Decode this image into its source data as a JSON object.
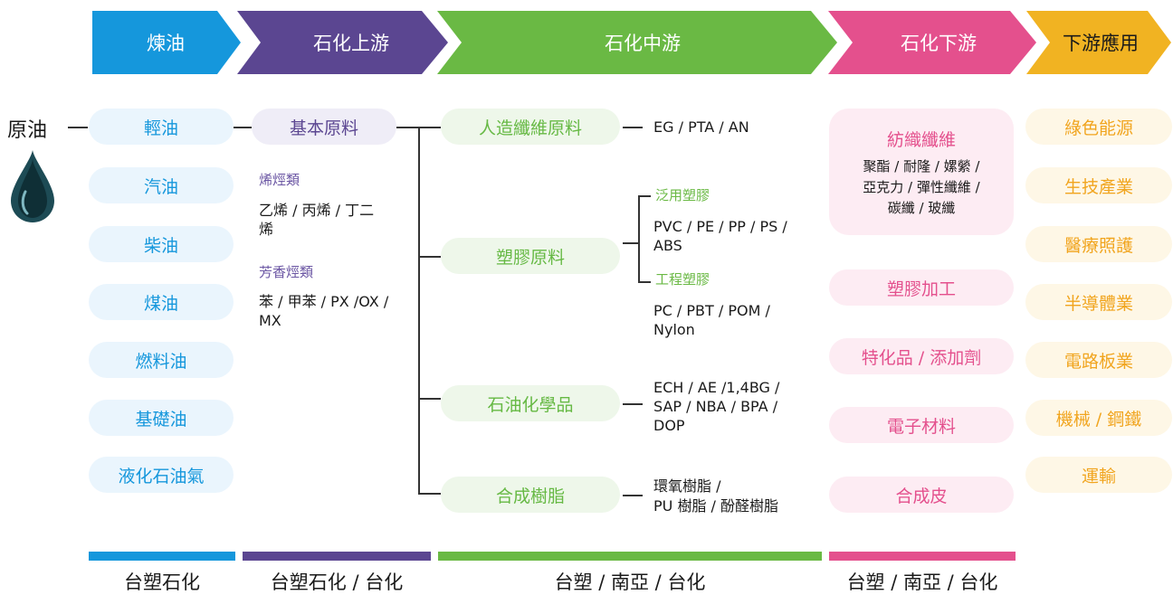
{
  "header": {
    "refining": "煉油",
    "upstream": "石化上游",
    "midstream": "石化中游",
    "downstream": "石化下游",
    "applications": "下游應用"
  },
  "crude_label": "原油",
  "refining_products": [
    "輕油",
    "汽油",
    "柴油",
    "煤油",
    "燃料油",
    "基礎油",
    "液化石油氣"
  ],
  "upstream": {
    "pill": "基本原料",
    "olefins_title": "烯烴類",
    "olefins_items": "乙烯 / 丙烯 / 丁二烯",
    "aromatics_title": "芳香烴類",
    "aromatics_items": "苯 / 甲苯 / PX /OX / MX"
  },
  "midstream": {
    "fiber": {
      "label": "人造纖維原料",
      "products": "EG / PTA / AN"
    },
    "plastic": {
      "label": "塑膠原料",
      "general_title": "泛用塑膠",
      "general_items": "PVC / PE / PP / PS / ABS",
      "engineering_title": "工程塑膠",
      "engineering_items": "PC / PBT / POM / Nylon"
    },
    "chemicals": {
      "label": "石油化學品",
      "products": "ECH / AE /1,4BG / SAP / NBA / BPA / DOP"
    },
    "resin": {
      "label": "合成樹脂",
      "products_line1": "環氧樹脂 /",
      "products_line2": "PU 樹脂 / 酚醛樹脂"
    }
  },
  "downstream": {
    "textile": {
      "title": "紡織纖維",
      "line1": "聚酯 / 耐隆 / 嫘縈 /",
      "line2": "亞克力 / 彈性纖維 /",
      "line3": "碳纖 / 玻纖"
    },
    "items": [
      "塑膠加工",
      "特化品 / 添加劑",
      "電子材料",
      "合成皮"
    ]
  },
  "applications": [
    "綠色能源",
    "生技產業",
    "醫療照護",
    "半導體業",
    "電路板業",
    "機械 / 鋼鐵",
    "運輸"
  ],
  "companies": {
    "refining": "台塑石化",
    "upstream": "台塑石化 / 台化",
    "midstream": "台塑 / 南亞 / 台化",
    "downstream": "台塑 / 南亞 / 台化"
  },
  "colors": {
    "refining": "#1597dc",
    "upstream": "#5b4691",
    "midstream": "#6ab944",
    "downstream": "#e4508d",
    "applications": "#f1b322"
  }
}
